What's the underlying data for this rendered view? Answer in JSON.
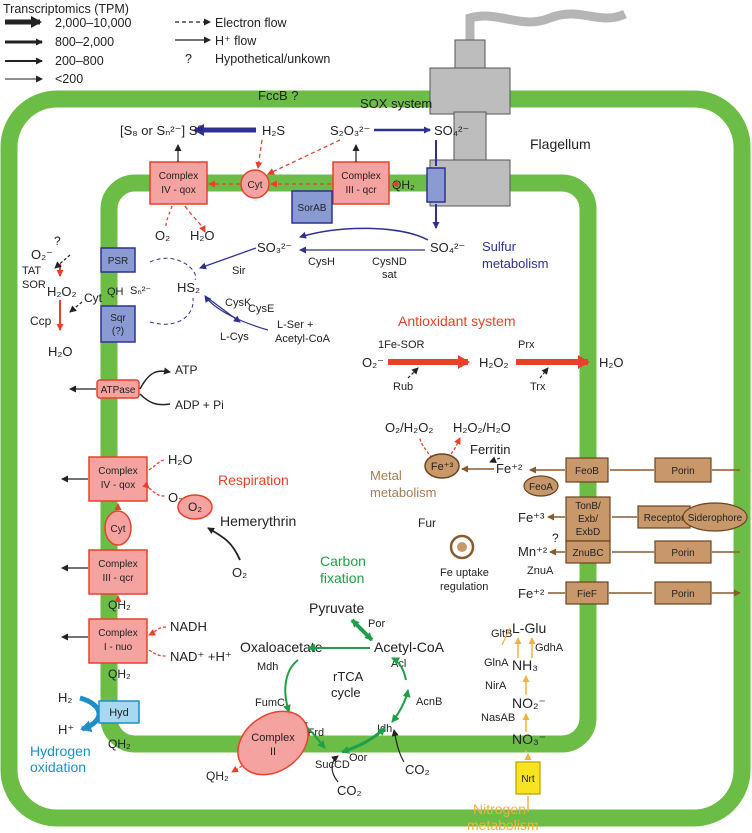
{
  "colors": {
    "membrane": "#6cbd45",
    "complex_fill": "#f4a3a0",
    "complex_stroke": "#e8402a",
    "electron_arrow": "#e8402a",
    "sulfur_blue": "#2e3192",
    "sulfur_box": "#8a9bd4",
    "metal_brown": "#a57c52",
    "metal_box": "#c8986a",
    "carbon_green": "#1ea04a",
    "nitrogen_orange": "#f0b23c",
    "nrt_yellow": "#f7e320",
    "hydrogen_blue": "#1c8fc9",
    "hyd_box": "#a8d8f0",
    "flagellum": "#b5b5b5"
  },
  "legend": {
    "title": "Transcriptomics (TPM)",
    "tpm1": "2,000–10,000",
    "tpm2": "800–2,000",
    "tpm3": "200–800",
    "tpm4": "<200",
    "electron": "Electron flow",
    "hflow": "H⁺ flow",
    "qmark": "?",
    "hypo": "Hypothetical/unkown"
  },
  "flagellum": "Flagellum",
  "top": {
    "fccb": "FccB ?",
    "s8": "[S₈ or Sₙ²⁻] S⁰",
    "h2s": "H₂S",
    "s2o3": "S₂O₃²⁻",
    "sox": "SOX system",
    "so4": "SO₄²⁻",
    "cplx4a": "Complex",
    "cplx4b": "IV - qox",
    "cyt": "Cyt",
    "cplx3a": "Complex",
    "cplx3b": "III - qcr",
    "qh2": "QH₂",
    "sorab": "SorAB",
    "o2": "O₂",
    "h2o": "H₂O"
  },
  "sulfur": {
    "so3": "SO₃²⁻",
    "so4": "SO₄²⁻",
    "cysh": "CysH",
    "cysnd": "CysND",
    "sat": "sat",
    "label1": "Sulfur",
    "label2": "metabolism",
    "sir": "Sir",
    "hs": "HS₂",
    "cysk": "CysK",
    "cyse": "CysE",
    "lcys": "L-Cys",
    "lser": "L-Ser +",
    "acetyl": "Acetyl-CoA"
  },
  "left": {
    "o2m": "O₂⁻",
    "q": "?",
    "tat": "TAT",
    "sor": "SOR",
    "psr": "PSR",
    "h2o2": "H₂O₂",
    "cyt": "Cyt",
    "qh": "QH",
    "sn": "Sₙ²⁻",
    "ccp": "Ccp",
    "sqr1": "Sqr",
    "sqr2": "(?)",
    "h2o": "H₂O",
    "atpase": "ATPase",
    "atp": "ATP",
    "adp": "ADP + Pi",
    "cplx4a": "Complex",
    "cplx4b": "IV - qox",
    "h2o_r": "H₂O",
    "o2_r": "O₂",
    "respiration": "Respiration",
    "cyt2": "Cyt",
    "o2hem": "O₂",
    "hemerythrin": "Hemerythrin",
    "o2b": "O₂",
    "cplx3a": "Complex",
    "cplx3b": "III - qcr",
    "qh2a": "QH₂",
    "cplx1a": "Complex",
    "cplx1b": "I - nuo",
    "nadh": "NADH",
    "nad": "NAD⁺ +H⁺",
    "qh2b": "QH₂",
    "h2": "H₂",
    "hplus": "H⁺",
    "hyd": "Hyd",
    "qh2c": "QH₂",
    "hox1": "Hydrogen",
    "hox2": "oxidation"
  },
  "antioxidant": {
    "title": "Antioxidant system",
    "fesor": "1Fe-SOR",
    "prx": "Prx",
    "o2m": "O₂⁻",
    "h2o2": "H₂O₂",
    "h2o": "H₂O",
    "rub": "Rub",
    "trx": "Trx"
  },
  "metal": {
    "o2h2o2": "O₂/H₂O₂",
    "h2o2h2o": "H₂O₂/H₂O",
    "ferritin": "Ferritin",
    "fe3": "Fe⁺³",
    "fe2": "Fe⁺²",
    "label1": "Metal",
    "label2": "metabolism",
    "feob": "FeoB",
    "porin1": "Porin",
    "feoa": "FeoA",
    "tonb1": "TonB/",
    "tonb2": "Exb/",
    "tonb3": "ExbD",
    "receptor": "Receptor",
    "siderophore": "Siderophore",
    "fe3b": "Fe⁺³",
    "fur": "Fur",
    "mn": "Mn⁺²",
    "mnq": "?",
    "znubc": "ZnuBC",
    "porin2": "Porin",
    "znua": "ZnuA",
    "feupt1": "Fe uptake",
    "feupt2": "regulation",
    "fe2b": "Fe⁺²",
    "fief": "FieF",
    "porin3": "Porin"
  },
  "carbon": {
    "title1": "Carbon",
    "title2": "fixation",
    "pyruvate": "Pyruvate",
    "por": "Por",
    "oxaloacetate": "Oxaloacetate",
    "acetylcoa": "Acetyl-CoA",
    "mdh": "Mdh",
    "acl": "Acl",
    "rtca1": "rTCA",
    "rtca2": "cycle",
    "fumc": "FumC",
    "acnb": "AcnB",
    "sdh": "Sdh/Frd",
    "idh": "Idh",
    "oor": "Oor",
    "co2a": "CO₂",
    "succd": "SucCD",
    "co2b": "CO₂",
    "cplx2a": "Complex",
    "cplx2b": "II",
    "qh2": "QH₂"
  },
  "nitrogen": {
    "gltb": "GltB",
    "lglu": "L-Glu",
    "gdha": "GdhA",
    "glna": "GlnA",
    "nh3": "NH₃",
    "nira": "NirA",
    "no2": "NO₂⁻",
    "nasab": "NasAB",
    "no3": "NO₃⁻",
    "nrt": "Nrt",
    "label1": "Nitrogen",
    "label2": "metabolism"
  }
}
